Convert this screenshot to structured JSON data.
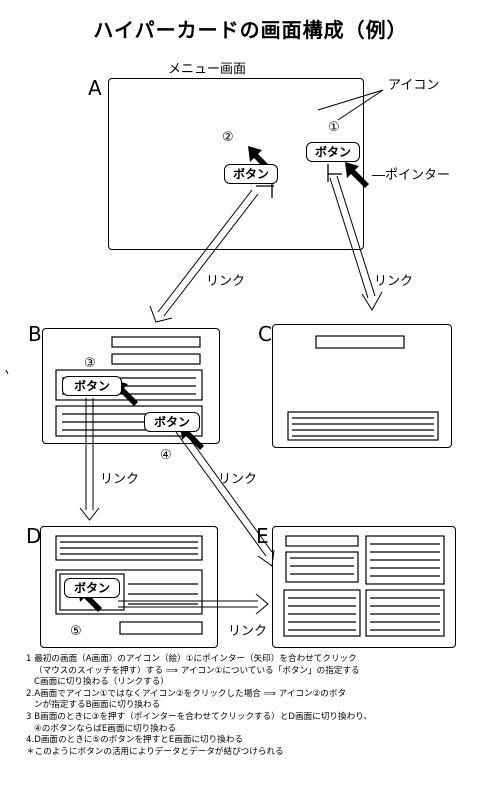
{
  "title": "ハイパーカードの画面構成（例）",
  "menu_screen_label": "メニュー画面",
  "icon_label": "アイコン",
  "pointer_label": "―ポインター",
  "panels": [
    "A",
    "B",
    "C",
    "D",
    "E"
  ],
  "button_label": "ボタン",
  "markers": [
    "①",
    "②",
    "③",
    "④",
    "⑤"
  ],
  "link_label": "リンク",
  "notes": [
    "1 最初の画面（A画面）のアイコン（絵）①にポインター（矢印）を合わせてクリック",
    "（マウスのスイッチを押す）する ⟹ アイコン①についている「ボタン」の指定する",
    "C画面に切り換わる（リンクする）",
    "2.A画面でアイコン①ではなくアイコン②をクリックした場合 ⟹ アイコン②のボタ",
    "ンが指定するB画面に切り換わる",
    "3 B画面のときに③を押す（ポインターを合わせてクリックする）とD画面に切り換わり、",
    "④のボタンならばE画面に切り換わる",
    "4.D画面のときに⑤のボタンを押すとE画面に切り換わる",
    "＊このようにボタンの活用によりデータとデータが結びつけられる"
  ]
}
